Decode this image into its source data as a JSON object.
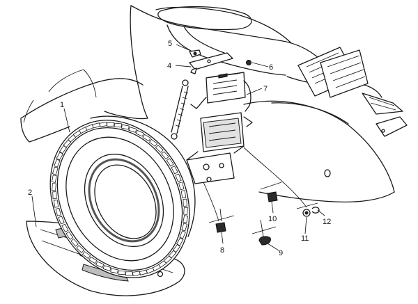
{
  "diagram": {
    "part_labels": [
      {
        "id": "p1",
        "text": "1"
      },
      {
        "id": "p2",
        "text": "2"
      },
      {
        "id": "p4",
        "text": "4"
      },
      {
        "id": "p5",
        "text": "5"
      },
      {
        "id": "p6",
        "text": "6"
      },
      {
        "id": "p7",
        "text": "7"
      },
      {
        "id": "p8",
        "text": "8"
      },
      {
        "id": "p9",
        "text": "9"
      },
      {
        "id": "p10",
        "text": "10"
      },
      {
        "id": "p11",
        "text": "11"
      },
      {
        "id": "p12",
        "text": "12"
      }
    ]
  }
}
